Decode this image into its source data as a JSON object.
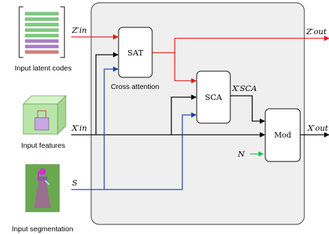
{
  "inputs": {
    "latent_label": "Input latent codes",
    "features_label": "Input features",
    "segmentation_label": "Input segmentation"
  },
  "blocks": {
    "sat": "SAT",
    "sat_caption": "Cross attention",
    "sca": "SCA",
    "mod": "Mod"
  },
  "symbols": {
    "z_in": "Z′in",
    "x_in": "X′in",
    "s": "S",
    "n": "N",
    "x_sca": "X′SCA",
    "z_out": "Z′out",
    "x_out": "X′out"
  },
  "colors": {
    "latent_path": "#e31a1c",
    "segmentation_path": "#1f3fb0",
    "noise_path": "#19c34a",
    "feature_path": "#000000",
    "panel_fill": "#efefef",
    "latent_code_green": "#7fd17f",
    "latent_code_purple": "#b07fd1",
    "latent_code_red": "#e57f7f",
    "feature_cube": "#b8e6a8",
    "segmentation_bg": "#6aa84f",
    "segmentation_figure": "#9a6f8f",
    "segmentation_head": "#d12fd1"
  }
}
